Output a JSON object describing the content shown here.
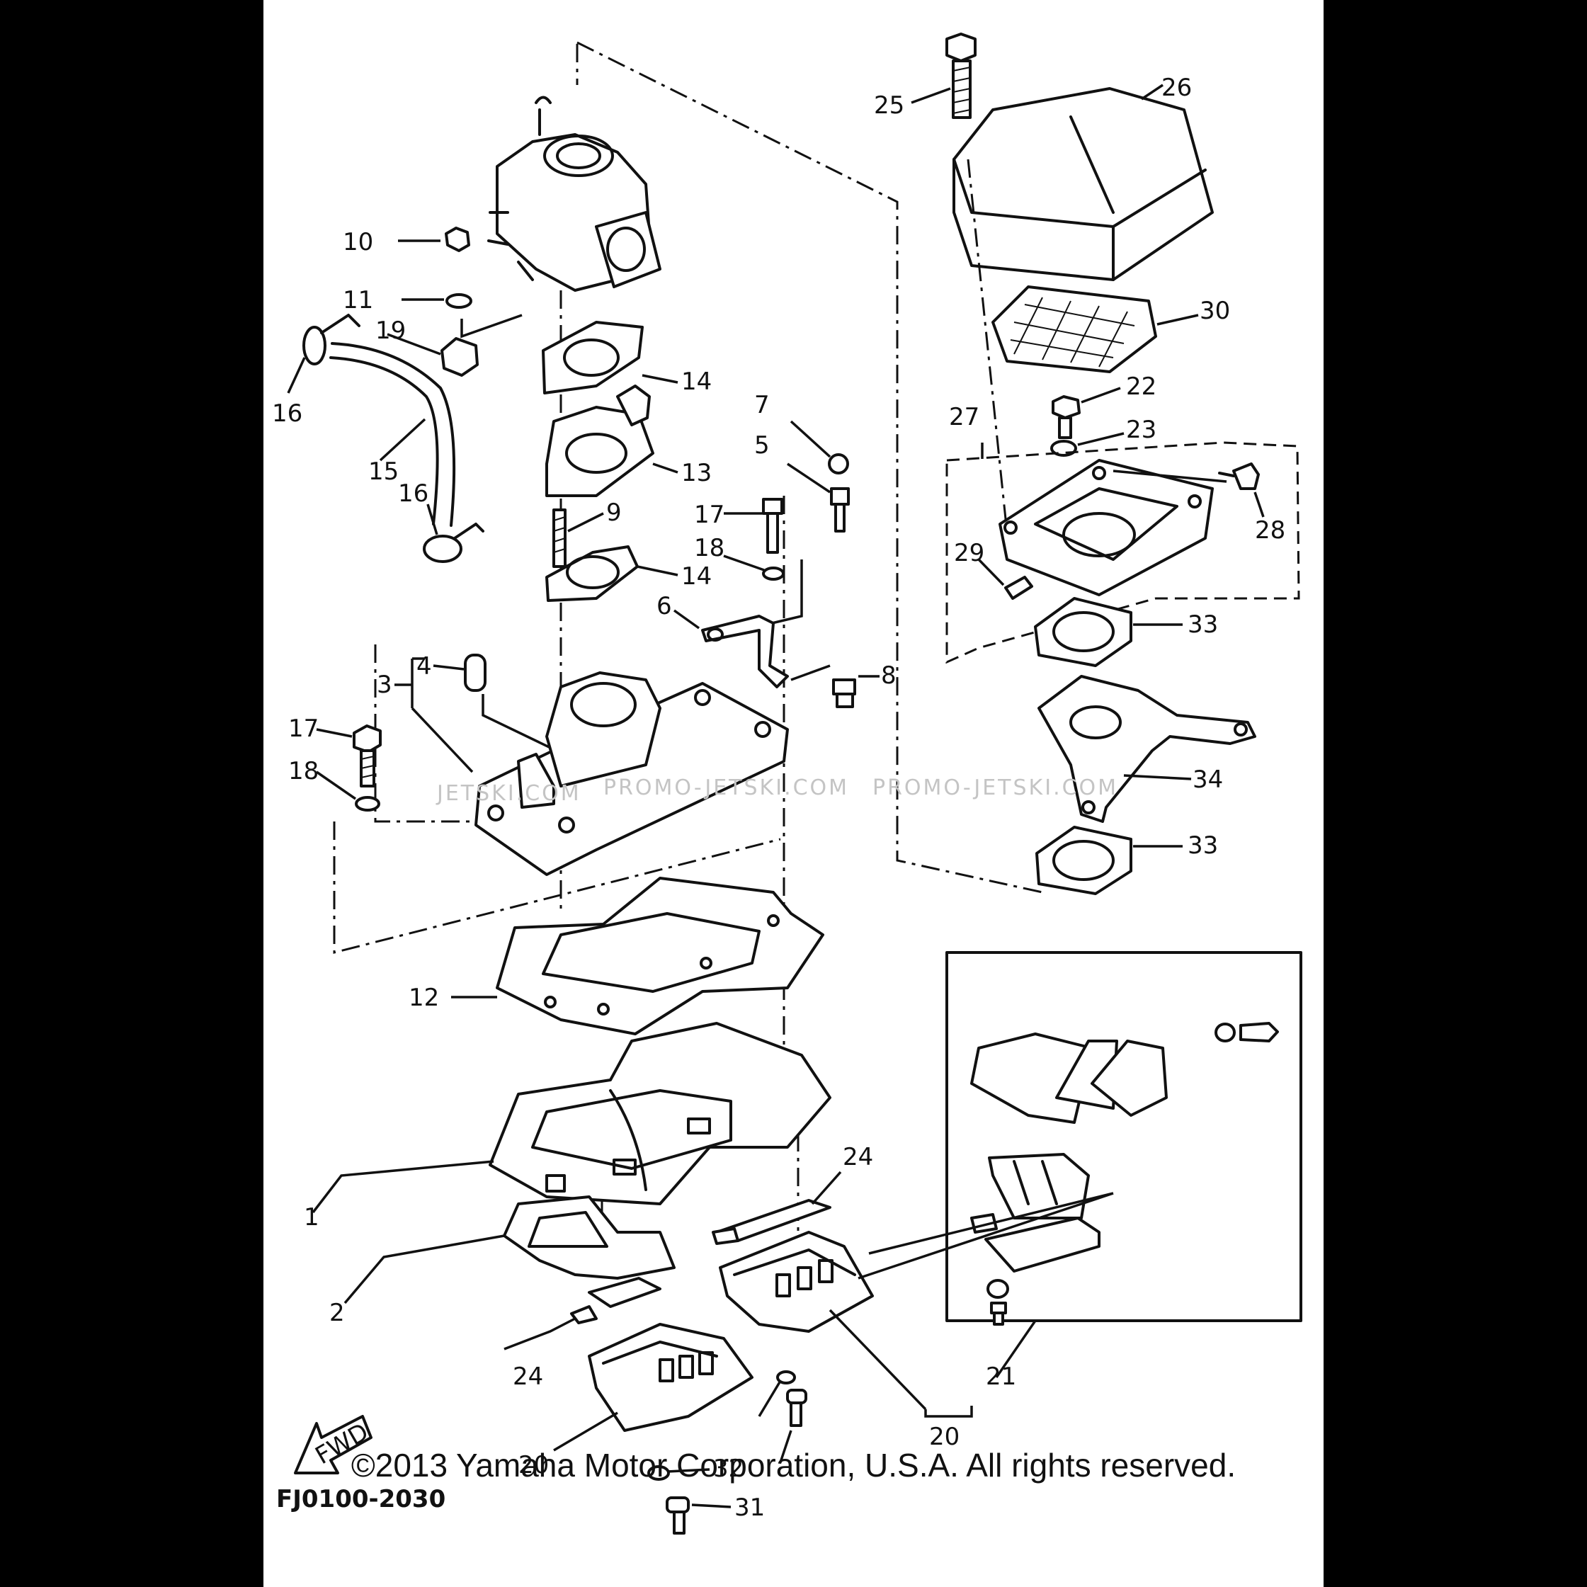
{
  "diagram": {
    "drawing_code": "FJ0100-2030",
    "fwd_arrow_label": "FWD",
    "watermarks": [
      "JETSKI.COM",
      "PROMO-JETSKI.COM",
      "PROMO-JETSKI.COM"
    ],
    "copyright": "©2013 Yamaha Motor Corporation, U.S.A. All rights reserved.",
    "callouts": [
      "1",
      "2",
      "3",
      "4",
      "5",
      "6",
      "7",
      "8",
      "9",
      "10",
      "11",
      "12",
      "13",
      "14",
      "14",
      "15",
      "16",
      "16",
      "17",
      "17",
      "18",
      "18",
      "19",
      "20",
      "20",
      "21",
      "22",
      "23",
      "24",
      "24",
      "25",
      "26",
      "27",
      "28",
      "29",
      "30",
      "31",
      "32",
      "33",
      "33",
      "34"
    ]
  }
}
